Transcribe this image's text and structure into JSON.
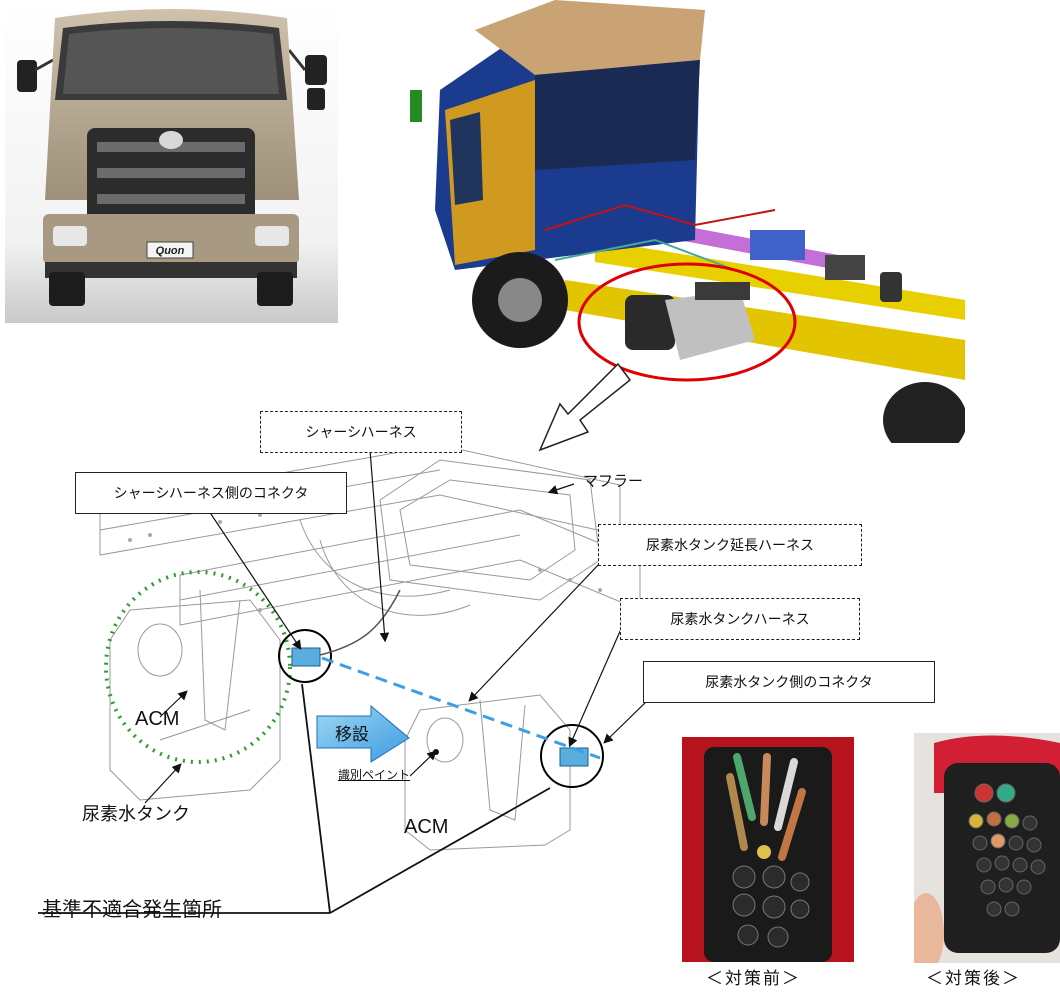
{
  "photos": {
    "truck_front": {
      "badge": "Quon"
    }
  },
  "labels": {
    "chassis_harness": "シャーシハーネス",
    "muffler": "マフラー",
    "chassis_harness_connector": "シャーシハーネス側のコネクタ",
    "urea_tank_ext_harness": "尿素水タンク延長ハーネス",
    "urea_tank_harness": "尿素水タンクハーネス",
    "urea_tank_connector": "尿素水タンク側のコネクタ",
    "acm_left": "ACM",
    "acm_right": "ACM",
    "urea_tank": "尿素水タンク",
    "relocation": "移設",
    "id_paint": "識別ペイント",
    "nonconformance": "基準不適合発生箇所",
    "before": "＜対策前＞",
    "after": "＜対策後＞"
  }
}
